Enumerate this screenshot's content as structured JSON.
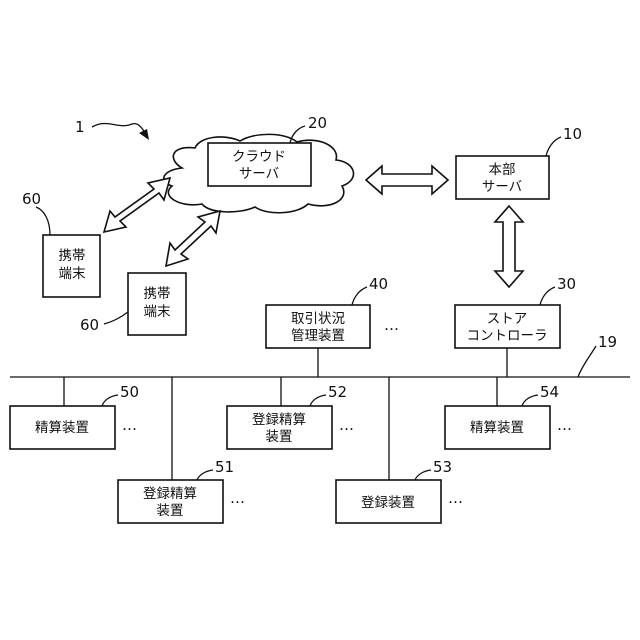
{
  "system_ref": "1",
  "bus_ref": "19",
  "cloud": {
    "ref": "20",
    "line1": "クラウド",
    "line2": "サーバ"
  },
  "hq": {
    "ref": "10",
    "line1": "本部",
    "line2": "サーバ"
  },
  "store": {
    "ref": "30",
    "line1": "ストア",
    "line2": "コントローラ"
  },
  "tracker": {
    "ref": "40",
    "line1": "取引状況",
    "line2": "管理装置",
    "ellipsis": "…"
  },
  "mobile1": {
    "ref": "60",
    "line1": "携帯",
    "line2": "端末"
  },
  "mobile2": {
    "ref": "60",
    "line1": "携帯",
    "line2": "端末"
  },
  "dev50": {
    "ref": "50",
    "line1": "精算装置",
    "ellipsis": "…"
  },
  "dev51": {
    "ref": "51",
    "line1": "登録精算",
    "line2": "装置",
    "ellipsis": "…"
  },
  "dev52": {
    "ref": "52",
    "line1": "登録精算",
    "line2": "装置",
    "ellipsis": "…"
  },
  "dev53": {
    "ref": "53",
    "line1": "登録装置",
    "ellipsis": "…"
  },
  "dev54": {
    "ref": "54",
    "line1": "精算装置",
    "ellipsis": "…"
  }
}
